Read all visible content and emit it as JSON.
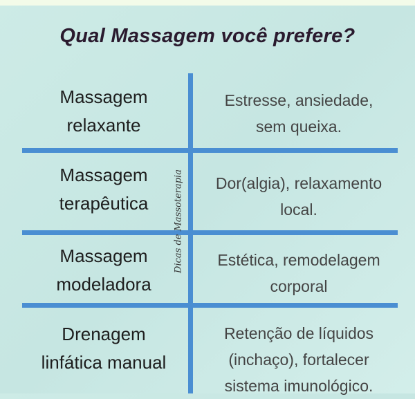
{
  "title": "Qual Massagem você prefere?",
  "watermark": "Dicas de Massoterapia",
  "rows": [
    {
      "name_line1": "Massagem",
      "name_line2": "relaxante",
      "desc_line1": "Estresse, ansiedade,",
      "desc_line2": "sem queixa."
    },
    {
      "name_line1": "Massagem",
      "name_line2": "terapêutica",
      "desc_line1": "Dor(algia), relaxamento",
      "desc_line2": "local."
    },
    {
      "name_line1": "Massagem",
      "name_line2": "modeladora",
      "desc_line1": "Estética, remodelagem",
      "desc_line2": "corporal"
    },
    {
      "name_line1": "Drenagem",
      "name_line2": "linfática manual",
      "desc_line1": "Retenção de líquidos",
      "desc_line2": "(inchaço), fortalecer",
      "desc_line3": "sistema imunológico."
    }
  ],
  "colors": {
    "background": "#c8e8e4",
    "lines": "#4a8ed2",
    "title": "#2a1a2e"
  }
}
